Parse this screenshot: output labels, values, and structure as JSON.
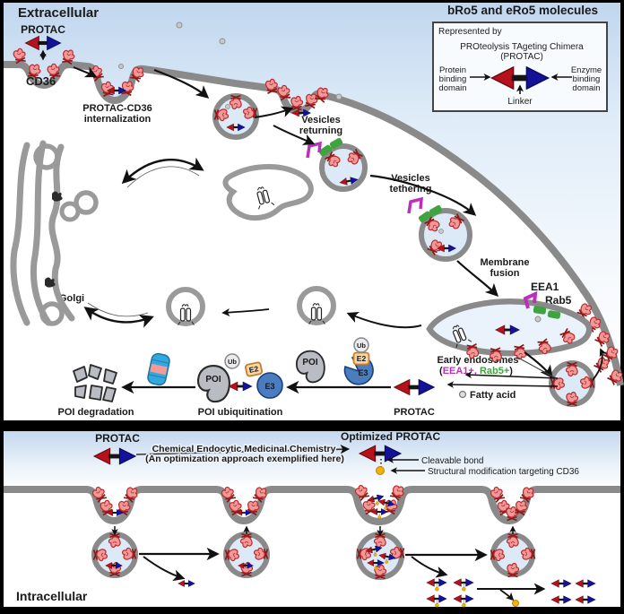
{
  "colors": {
    "protac_red": "#b5121b",
    "protac_blue": "#141299",
    "eea1_magenta": "#bb2fbb",
    "rab5_green": "#3fa33f",
    "cd36_label_red": "#e02424",
    "receptor_salmon": "#f19898",
    "membrane_gray": "#8a8a8a",
    "modification_yellow": "#f0b400",
    "proteasome_cyan": "#34a7de",
    "e3_blue": "#4a7cc0",
    "extracellular_blue": "#c0d6ee"
  },
  "top_panel": {
    "region_label": "Extracellular",
    "protac_label": "PROTAC",
    "cd36_label": "CD36",
    "internalization_line1": "PROTAC-CD36",
    "internalization_line2": "internalization",
    "vesicles_returning_line1": "Vesicles",
    "vesicles_returning_line2": "returning",
    "vesicles_tethering_line1": "Vesicles",
    "vesicles_tethering_line2": "tethering",
    "membrane_fusion_line1": "Membrane",
    "membrane_fusion_line2": "fusion",
    "eea1_label": "EEA1",
    "rab5_label": "Rab5",
    "early_endosomes_line1": "Early endosomes",
    "early_endosomes_open": "(",
    "early_endosomes_eea1": "EEA1+,",
    "early_endosomes_rab5": " Rab5+",
    "early_endosomes_close": ")",
    "fatty_acid_label": "Fatty acid",
    "golgi_label": "Golgi",
    "protac_bottom_label": "PROTAC",
    "poi_ubiquitination_label": "POI ubiquitination",
    "poi_degradation_label": "POI degradation",
    "poi_label_1": "POI",
    "poi_label_2": "POI",
    "ub_label_1": "Ub",
    "ub_label_2": "Ub",
    "e2_label_1": "E2",
    "e2_label_2": "E2",
    "e3_label_1": "E3",
    "e3_label_2": "E3"
  },
  "legend": {
    "title": "bRo5 and eRo5 molecules",
    "represented_by": "Represented by",
    "chimera_line1": "PROteolysis TAgeting Chimera",
    "chimera_line2": "(PROTAC)",
    "protein_domain_line1": "Protein",
    "protein_domain_line2": "binding",
    "protein_domain_line3": "domain",
    "enzyme_domain_line1": "Enzyme",
    "enzyme_domain_line2": "binding",
    "enzyme_domain_line3": "domain",
    "linker_label": "Linker"
  },
  "bottom_panel": {
    "region_label": "Intracellular",
    "protac_label": "PROTAC",
    "optimized_protac_label": "Optimized PROTAC",
    "strategy_line1": "Chemical Endocytic Medicinal Chemistry",
    "strategy_line2": "(An optimization approach exemplified here)",
    "cleavable_bond_label": "Cleavable bond",
    "structural_modification_label": "Structural modification targeting CD36"
  }
}
